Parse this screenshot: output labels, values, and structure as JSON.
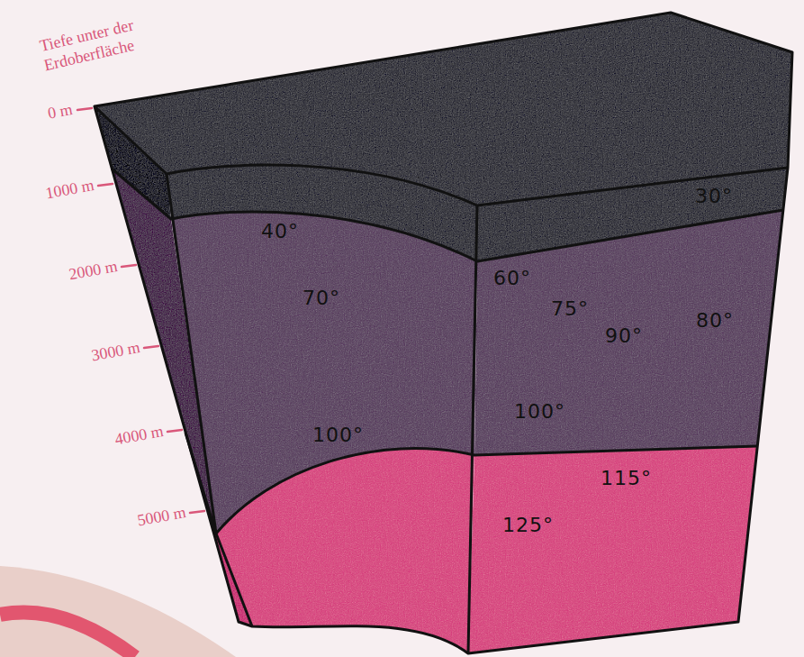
{
  "diagram": {
    "labels": [
      "Tiefe unter der Erdoberfläche",
      "0 m",
      "1000 m",
      "2000 m",
      "3000 m",
      "4000 m",
      "5000 m",
      "40°",
      "30°",
      "60°",
      "70°",
      "75°",
      "80°",
      "90°",
      "100°",
      "100°",
      "115°",
      "125°"
    ]
  }
}
